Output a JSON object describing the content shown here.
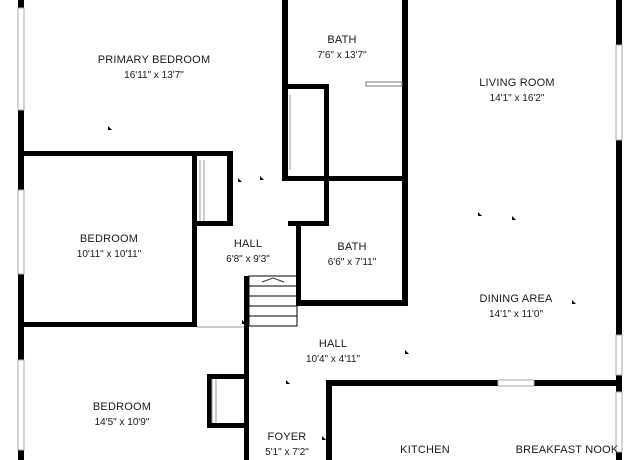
{
  "rooms": {
    "primary_bedroom": {
      "name": "PRIMARY BEDROOM",
      "dim": "16'11\" x 13'7\""
    },
    "bath_top": {
      "name": "BATH",
      "dim": "7'6\" x 13'7\""
    },
    "living_room": {
      "name": "LIVING ROOM",
      "dim": "14'1\" x 16'2\""
    },
    "bedroom_mid": {
      "name": "BEDROOM",
      "dim": "10'11\" x 10'11\""
    },
    "hall_mid": {
      "name": "HALL",
      "dim": "6'8\" x 9'3\""
    },
    "bath_mid": {
      "name": "BATH",
      "dim": "6'6\" x 7'11\""
    },
    "dining_area": {
      "name": "DINING AREA",
      "dim": "14'1\" x 11'0\""
    },
    "hall_low": {
      "name": "HALL",
      "dim": "10'4\" x 4'11\""
    },
    "bedroom_low": {
      "name": "BEDROOM",
      "dim": "14'5\" x 10'9\""
    },
    "foyer": {
      "name": "FOYER",
      "dim": "5'1\" x 7'2\""
    },
    "kitchen": {
      "name": "KITCHEN",
      "dim": ""
    },
    "breakfast_nook": {
      "name": "BREAKFAST NOOK",
      "dim": ""
    }
  },
  "colors": {
    "wall": "#000000",
    "window": "#bdbdbd",
    "background": "#ffffff"
  }
}
